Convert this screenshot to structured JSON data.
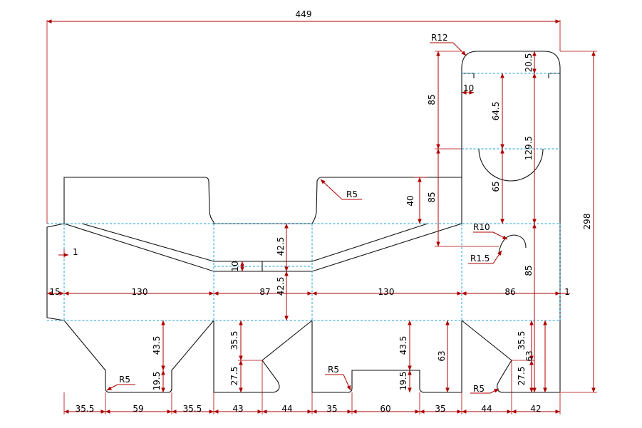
{
  "dimensions": {
    "total_width": "449",
    "total_height": "298",
    "glue_flap": "15",
    "panel_1": "130",
    "panel_2": "87",
    "panel_3": "130",
    "panel_4": "86",
    "edge_offset": "1",
    "small_offset": "1",
    "top_flap_height": "40",
    "center_top": "42.5",
    "center_bottom": "42.5",
    "center_slot": "10",
    "right_upper_85": "85",
    "right_mid_85": "85",
    "right_lower_85": "85",
    "handle_64_5": "64.5",
    "handle_65": "65",
    "handle_129_5": "129.5",
    "top_radius_20_5": "20.5",
    "tab_10": "10",
    "flap1_43_5": "43.5",
    "flap1_19_5": "19.5",
    "flap2_35_5": "35.5",
    "flap2_27_5": "27.5",
    "flap3_43_5": "43.5",
    "flap3_19_5": "19.5",
    "flap3_63": "63",
    "flap4_35_5": "35.5",
    "flap4_27_5": "27.5",
    "flap4_63": "63",
    "bottom": [
      "35.5",
      "59",
      "35.5",
      "43",
      "44",
      "35",
      "60",
      "35",
      "44",
      "42"
    ]
  },
  "labels": {
    "r12": "R12",
    "r10": "R10",
    "r1_5": "R1.5",
    "r5_top": "R5",
    "r5_flap1": "R5",
    "r5_flap3": "R5",
    "r5_flap4": "R5"
  },
  "colors": {
    "cut_line": "#111111",
    "fold_line": "#1aa0d8",
    "dimension": "#b00000"
  }
}
